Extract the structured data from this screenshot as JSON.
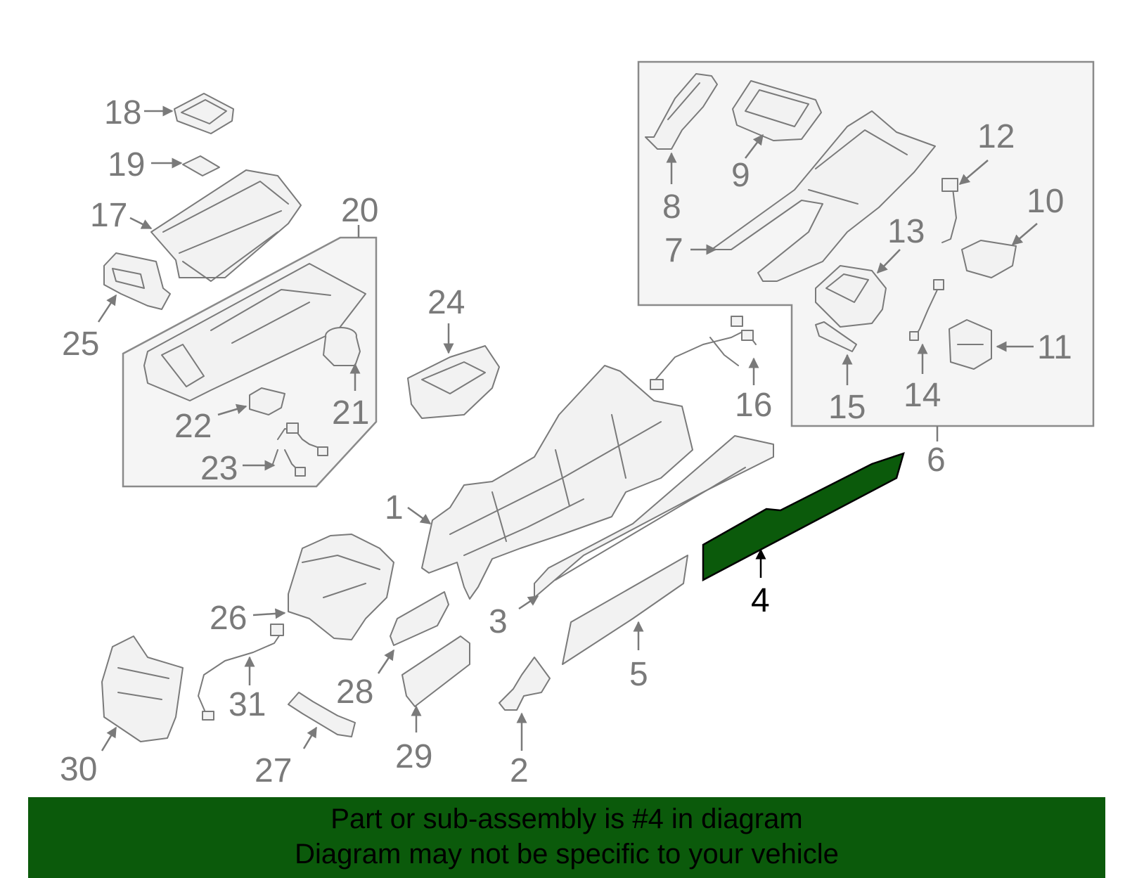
{
  "diagram": {
    "highlighted_part": "4",
    "callouts": [
      "1",
      "2",
      "3",
      "4",
      "5",
      "6",
      "7",
      "8",
      "9",
      "10",
      "11",
      "12",
      "13",
      "14",
      "15",
      "16",
      "17",
      "18",
      "19",
      "20",
      "21",
      "22",
      "23",
      "24",
      "25",
      "26",
      "27",
      "28",
      "29",
      "30",
      "31"
    ]
  },
  "banner": {
    "line1": "Part or sub-assembly is #4 in diagram",
    "line2": "Diagram may not be specific to your vehicle"
  },
  "colors": {
    "highlight": "#0b5a0b",
    "line_art": "#7a7a7a"
  }
}
